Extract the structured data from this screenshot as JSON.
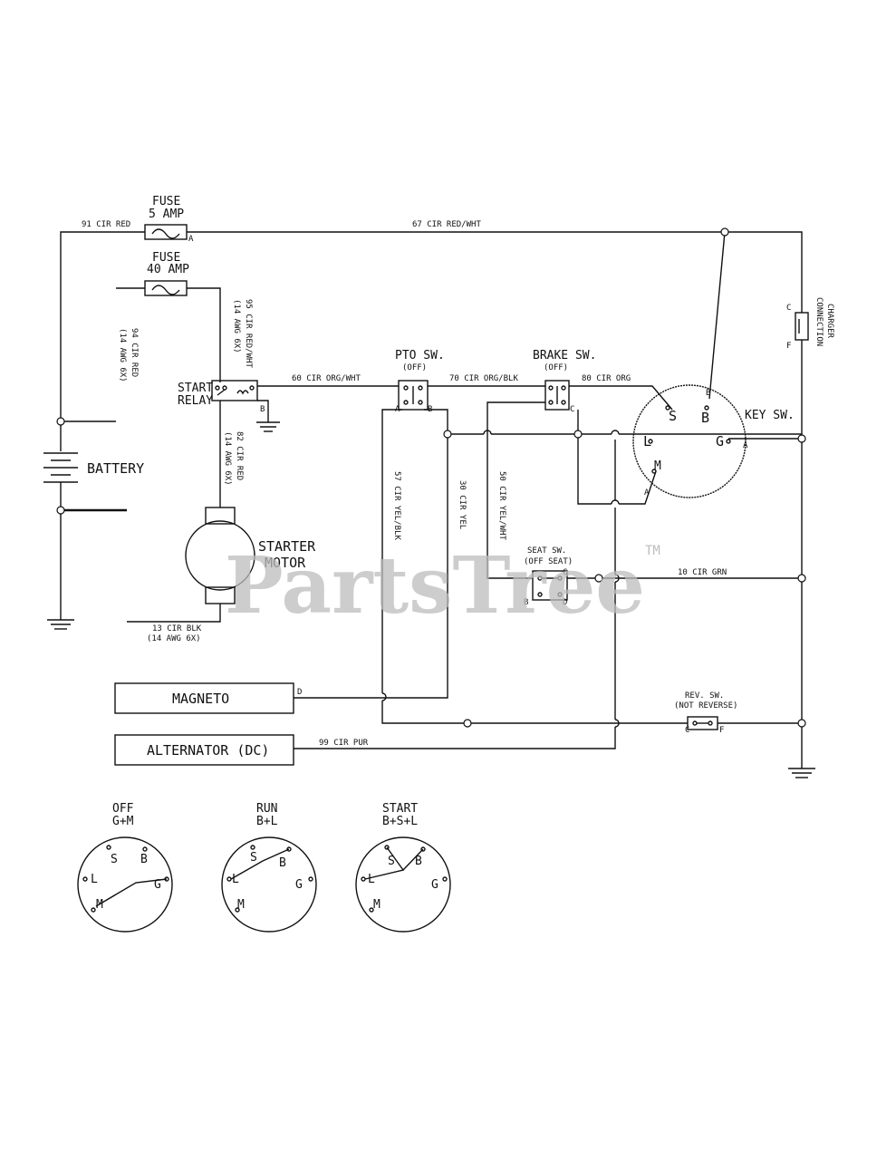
{
  "labels": {
    "fuse5_title": "FUSE",
    "fuse5_rating": "5 AMP",
    "fuse40_title": "FUSE",
    "fuse40_rating": "40 AMP",
    "wire91": "91 CIR RED",
    "wire67": "67 CIR RED/WHT",
    "wire94a": "94 CIR RED",
    "wire94b": "(14 AWG 6X)",
    "wire95a": "95 CIR RED/WHT",
    "wire95b": "(14 AWG 6X)",
    "wire60": "60 CIR ORG/WHT",
    "wire70": "70 CIR ORG/BLK",
    "wire80": "80 CIR ORG",
    "wire82a": "82 CIR RED",
    "wire82b": "(14 AWG 6X)",
    "wire13a": "13 CIR BLK",
    "wire13b": "(14 AWG 6X)",
    "wire57": "57 CIR YEL/BLK",
    "wire30": "30 CIR YEL",
    "wire50": "50 CIR YEL/WHT",
    "wire10": "10 CIR GRN",
    "wire99": "99 CIR PUR",
    "start_relay_1": "START",
    "start_relay_2": "RELAY",
    "relay_term_b": "B",
    "battery": "BATTERY",
    "starter_1": "STARTER",
    "starter_2": "MOTOR",
    "pto_title": "PTO SW.",
    "pto_state": "(OFF)",
    "pto_a": "A",
    "pto_b": "B",
    "brake_title": "BRAKE SW.",
    "brake_state": "(OFF)",
    "brake_c": "C",
    "key_sw": "KEY SW.",
    "key_s": "S",
    "key_b": "B",
    "key_l": "L",
    "key_g": "G",
    "key_m": "M",
    "key_ext_b": "B",
    "key_ext_a_top": "A",
    "key_ext_a": "A",
    "charger_1": "CHARGER",
    "charger_2": "CONNECTION",
    "charger_c": "C",
    "charger_f": "F",
    "fuse_term_a": "A",
    "seat_title": "SEAT SW.",
    "seat_state": "(OFF SEAT)",
    "seat_c": "C",
    "seat_b": "B",
    "seat_d": "D",
    "magneto": "MAGNETO",
    "magneto_d": "D",
    "alternator": "ALTERNATOR (DC)",
    "rev_title": "REV. SW.",
    "rev_state": "(NOT REVERSE)",
    "rev_c": "C",
    "rev_f": "F",
    "watermark": "PartsTree",
    "tm": "TM"
  },
  "key_positions": [
    {
      "title": "OFF",
      "circuit": "G+M"
    },
    {
      "title": "RUN",
      "circuit": "B+L"
    },
    {
      "title": "START",
      "circuit": "B+S+L"
    }
  ],
  "term_letters": {
    "s": "S",
    "b": "B",
    "l": "L",
    "g": "G",
    "m": "M"
  }
}
